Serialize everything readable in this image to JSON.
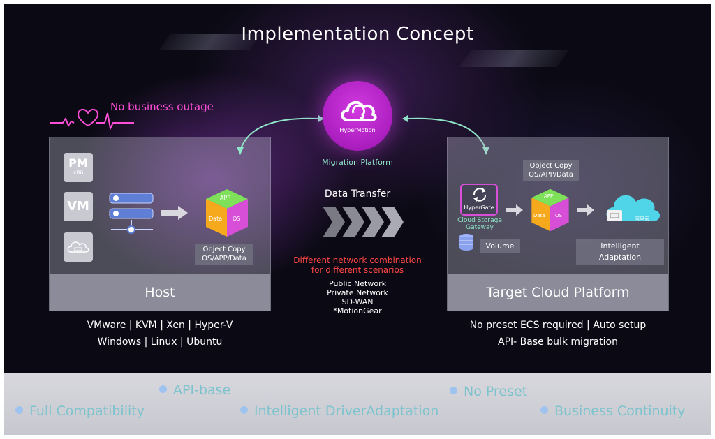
{
  "title": "Implementation Concept",
  "outage_label": "No business outage",
  "host": {
    "footer": "Host",
    "tiles": {
      "pm": "PM",
      "pm_sub": "x86",
      "vm": "VM"
    },
    "object_copy": {
      "line1": "Object Copy",
      "line2": "OS/APP/Data"
    },
    "cube": {
      "top": "APP",
      "left": "Data",
      "right": "OS"
    },
    "platforms_line1": "VMware | KVM | Xen | Hyper-V",
    "platforms_line2": "Windows | Linux | Ubuntu"
  },
  "center": {
    "logo_text": "HyperMotion",
    "platform_label": "Migration Platform",
    "transfer_label": "Data Transfer",
    "network_line1": "Different network combination",
    "network_line2": "for different scenarios",
    "networks": [
      "Public Network",
      "Private Network",
      "SD-WAN",
      "*MotionGear"
    ]
  },
  "target": {
    "footer": "Target Cloud Platform",
    "object_copy": {
      "line1": "Object Copy",
      "line2": "OS/APP/Data"
    },
    "hypergate": "HyperGate",
    "gateway_line1": "Cloud Storage",
    "gateway_line2": "Gateway",
    "volume": "Volume",
    "adaptation": "Intelligent Adaptation",
    "cube": {
      "top": "APP",
      "left": "Data",
      "right": "OS"
    },
    "cloud_text": "阿里云",
    "features_line1": "No preset ECS required | Auto setup",
    "features_line2": "API- Base bulk migration"
  },
  "features": [
    "API-base",
    "No Preset",
    "Full Compatibility",
    "Intelligent DriverAdaptation",
    "Business Continuity"
  ],
  "colors": {
    "background": "#0b0a14",
    "accent_pink": "#ff4fd8",
    "accent_teal": "#8fe6c8",
    "network_red": "#ff4545",
    "feature_text": "#7cc3ce",
    "feature_dot": "#9fc3ef",
    "logo_purple": "#b420c8"
  },
  "icons": [
    "heartbeat-icon",
    "server-stack-icon",
    "cloud-server-icon",
    "hypermotion-cloud-icon",
    "chevron-arrows-icon",
    "hypergate-sync-icon",
    "database-icon",
    "aliyun-cloud-icon"
  ]
}
